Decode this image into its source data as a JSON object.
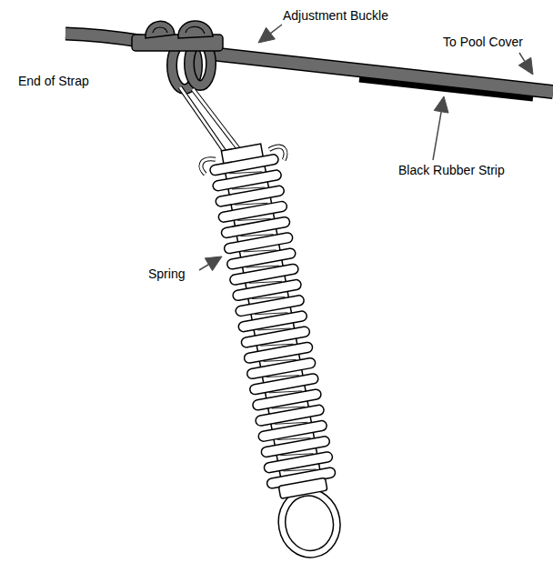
{
  "diagram": {
    "labels": [
      "Adjustment Buckle",
      "To Pool Cover",
      "End of Strap",
      "Black Rubber Strip",
      "Spring"
    ]
  }
}
